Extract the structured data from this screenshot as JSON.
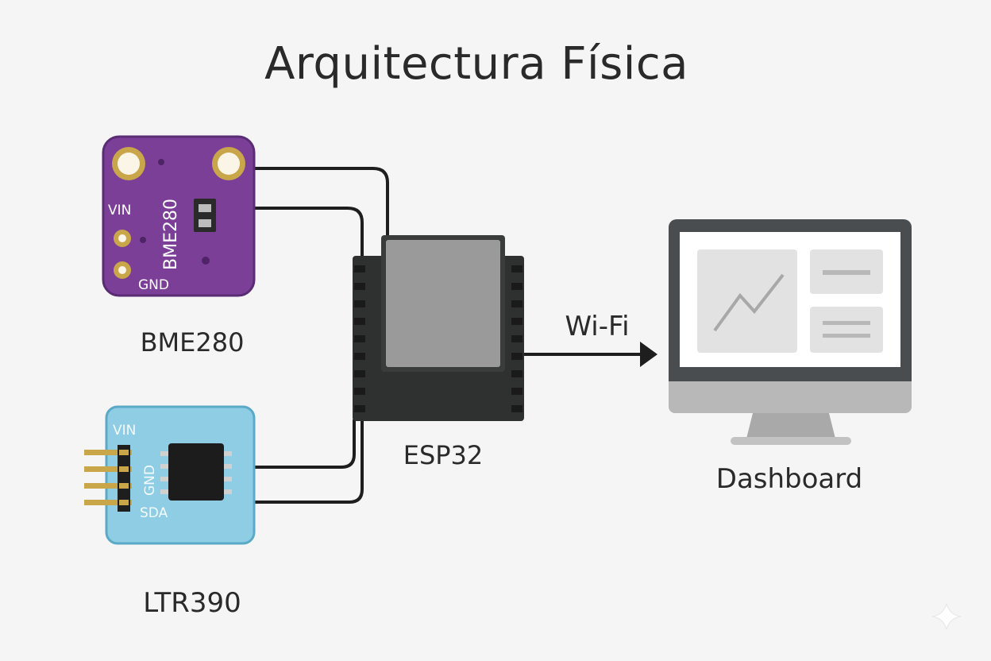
{
  "title": "Arquitectura Física",
  "nodes": {
    "bme280": {
      "label": "BME280",
      "board_text": "BME280",
      "pins": [
        "VIN",
        "GND"
      ],
      "color": "#7b3f98"
    },
    "ltr390": {
      "label": "LTR390",
      "pins": [
        "VIN",
        "GND",
        "SDA"
      ],
      "color": "#8ecde4"
    },
    "esp32": {
      "label": "ESP32",
      "color": "#2f3131"
    },
    "dashboard": {
      "label": "Dashboard",
      "color": "#4a4d4f"
    }
  },
  "connections": [
    {
      "from": "bme280",
      "to": "esp32"
    },
    {
      "from": "ltr390",
      "to": "esp32"
    },
    {
      "from": "esp32",
      "to": "dashboard",
      "label": "Wi-Fi"
    }
  ],
  "colors": {
    "background": "#f5f5f5",
    "wire": "#1e1e1e",
    "text": "#2a2a2a"
  }
}
